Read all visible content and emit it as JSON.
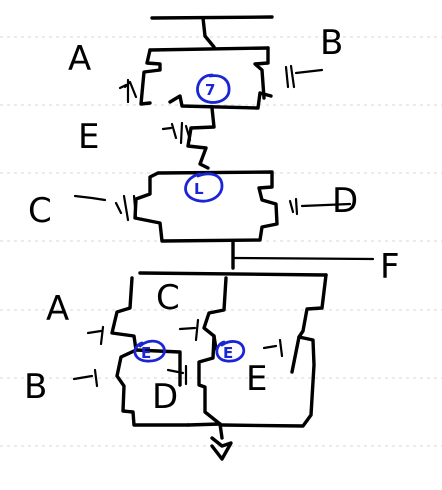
{
  "labels": {
    "a_top": "A",
    "b_top": "B",
    "e_mid": "E",
    "c_left": "C",
    "d_right": "D",
    "f_out": "F",
    "a_bottom": "A",
    "c_bottom": "C",
    "b_bottom": "B",
    "d_bottom": "D",
    "e_bottom": "E"
  },
  "annotations": {
    "circle_top": "7",
    "circle_mid": "L",
    "circle_bottom_left": "E",
    "circle_bottom_right": "E"
  },
  "colors": {
    "ink": "#000000",
    "annotation": "#1a25d6",
    "rule": "#d7d7d7",
    "background": "#ffffff"
  }
}
